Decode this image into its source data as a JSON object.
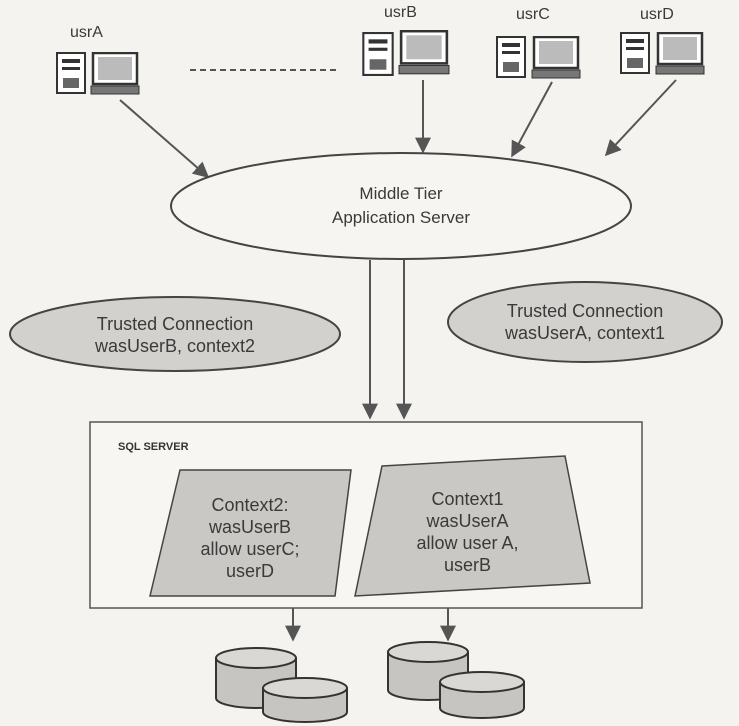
{
  "users": [
    {
      "label": "usrA"
    },
    {
      "label": "usrB"
    },
    {
      "label": "usrC"
    },
    {
      "label": "usrD"
    }
  ],
  "middle_tier": {
    "line1": "Middle Tier",
    "line2": "Application Server"
  },
  "connections": [
    {
      "line1": "Trusted Connection",
      "line2": "wasUserB, context2"
    },
    {
      "line1": "Trusted Connection",
      "line2": "wasUserA, context1"
    }
  ],
  "sql_server": {
    "label": "SQL SERVER"
  },
  "contexts": [
    {
      "lines": [
        "Context2:",
        "wasUserB",
        "allow userC;",
        "userD"
      ]
    },
    {
      "lines": [
        "Context1",
        "wasUserA",
        "allow user A,",
        "userB"
      ]
    }
  ],
  "colors": {
    "background": "#f4f3ef",
    "line": "#555555",
    "context_fill": "#c9c8c4",
    "text": "#3a3a3a"
  }
}
